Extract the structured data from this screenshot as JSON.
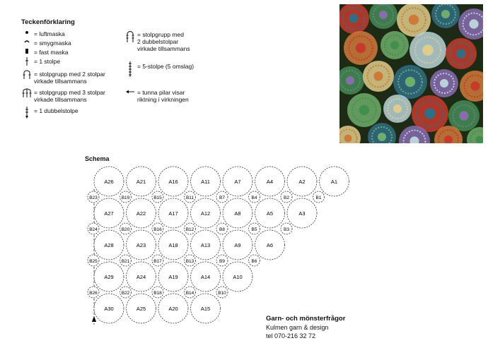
{
  "legend": {
    "title": "Teckenförklaring",
    "items_left": [
      {
        "icon": "dot-icon",
        "text": "= luftmaska"
      },
      {
        "icon": "arc-icon",
        "text": "= smygmaska"
      },
      {
        "icon": "block-icon",
        "text": "= fast maska"
      },
      {
        "icon": "stolpe-icon",
        "text": "= 1 stolpe"
      },
      {
        "icon": "group2-icon",
        "text": "= stolpgrupp med 2 stolpar\nvirkade tillsammans"
      },
      {
        "icon": "group3-icon",
        "text": "= stolpgrupp med 3 stolpar\nvirkade tillsammans"
      },
      {
        "icon": "dubbelstolpe-icon",
        "text": "= 1 dubbelstolpe"
      }
    ],
    "items_right": [
      {
        "icon": "group-double-icon",
        "text": "= stolpgrupp med\n2 dubbelstolpar\nvirkade tillsammans"
      },
      {
        "icon": "five-stolpe-icon",
        "text": "= 5-stolpe (5 omslag)"
      },
      {
        "icon": "arrow-left-icon",
        "text": "= tunna pilar visar\nriktning i virkningen"
      }
    ]
  },
  "schema": {
    "title": "Schema",
    "rows": [
      [
        "A26",
        "A21",
        "A16",
        "A11",
        "A7",
        "A4",
        "A2",
        "A1"
      ],
      [
        "A27",
        "A22",
        "A17",
        "A12",
        "A8",
        "A5",
        "A3"
      ],
      [
        "A28",
        "A23",
        "A18",
        "A13",
        "A9",
        "A6"
      ],
      [
        "A29",
        "A24",
        "A19",
        "A14",
        "A10"
      ],
      [
        "A30",
        "A25",
        "A20",
        "A15"
      ]
    ],
    "small_rows": [
      [
        "B23",
        "B19",
        "B15",
        "B11",
        "B7",
        "B4",
        "B2",
        "B1"
      ],
      [
        "B24",
        "B20",
        "B16",
        "B12",
        "B8",
        "B5",
        "B3"
      ],
      [
        "B25",
        "B21",
        "B17",
        "B13",
        "B9",
        "B6"
      ],
      [
        "B26",
        "B22",
        "B18",
        "B14",
        "B10"
      ]
    ]
  },
  "contact": {
    "title": "Garn- och mönsterfrågor",
    "line1": "Kulmen garn & design",
    "line2": "tel 070-216 32 72"
  },
  "colors": {
    "photo_bg": "#1d2a14",
    "motif_colors": [
      "#c83a2a",
      "#3f8f4f",
      "#e0cc8a",
      "#2f6f86",
      "#8a6bb0",
      "#d07a3a",
      "#6fae6a",
      "#b7d3d9"
    ]
  }
}
